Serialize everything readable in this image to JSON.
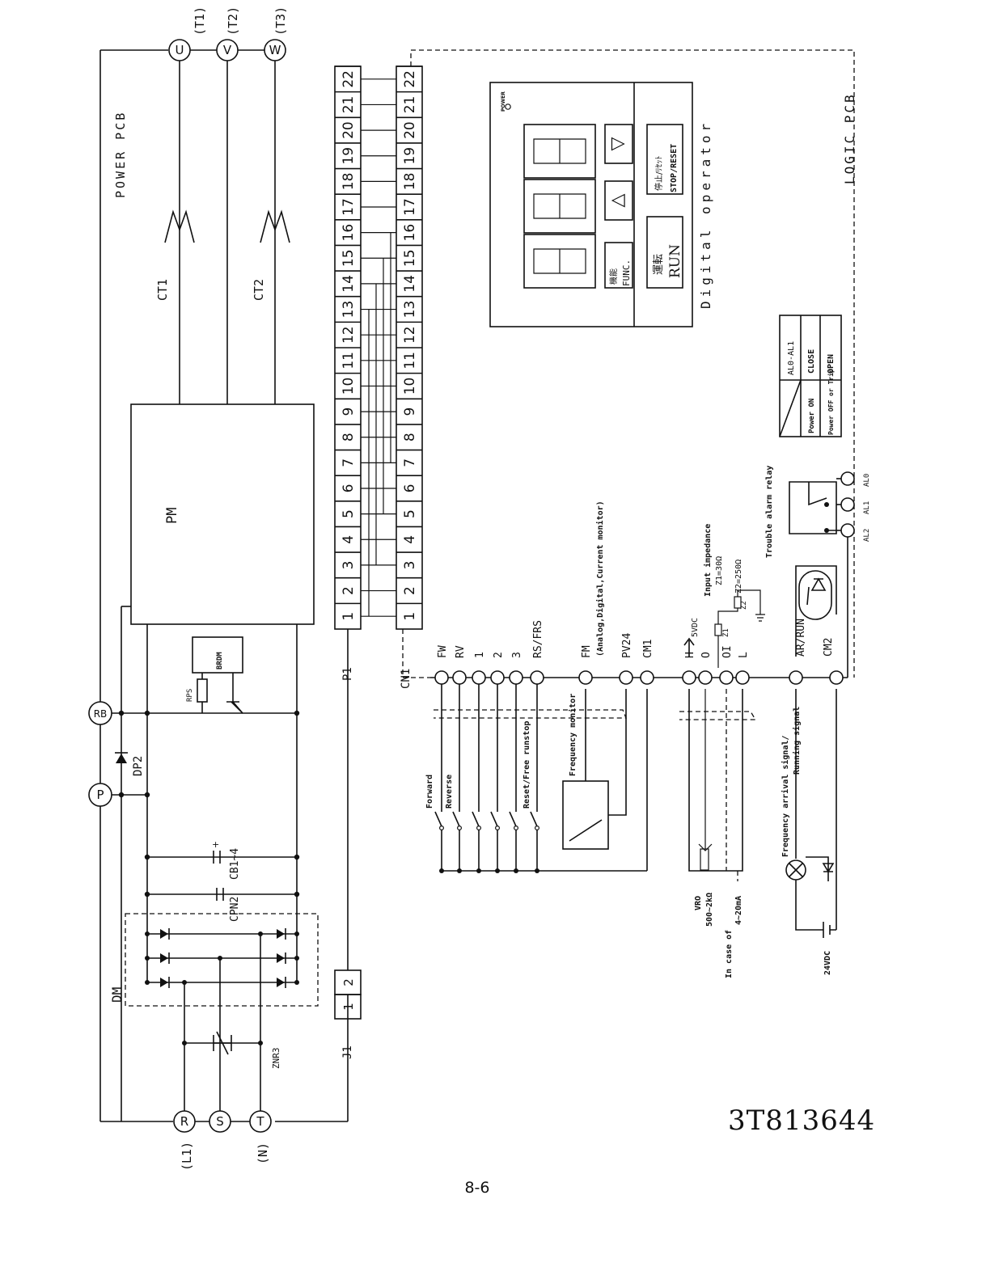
{
  "pcb": {
    "power_label": "POWER PCB",
    "logic_label": "LOGIC PCB",
    "digital_operator_label": "Digital operator"
  },
  "output_terminals": [
    {
      "letter": "U",
      "name": "(T1)"
    },
    {
      "letter": "V",
      "name": "(T2)"
    },
    {
      "letter": "W",
      "name": "(T3)"
    }
  ],
  "input_terminals": [
    {
      "letter": "R",
      "name": "(L1)"
    },
    {
      "letter": "S",
      "name": ""
    },
    {
      "letter": "T",
      "name": "(N)"
    }
  ],
  "dc_terminals": [
    {
      "letter": "P"
    },
    {
      "letter": "RB"
    }
  ],
  "components": {
    "ct1": "CT1",
    "ct2": "CT2",
    "pm": "PM",
    "dm": "DM",
    "dp2": "DP2",
    "cb": "CB1~4",
    "cpn2": "CPN2",
    "znr3": "ZNR3",
    "brake_resistor": "RPS",
    "brake_module": "BRDM",
    "p1": "P1",
    "j1": "J1",
    "cn1": "CN1"
  },
  "connector": {
    "pins": [
      "1",
      "2",
      "3",
      "4",
      "5",
      "6",
      "7",
      "8",
      "9",
      "10",
      "11",
      "12",
      "13",
      "14",
      "15",
      "16",
      "17",
      "18",
      "19",
      "20",
      "21",
      "22"
    ],
    "j1_pins": [
      "1",
      "2"
    ]
  },
  "operator_panel": {
    "power_led_label": "POWER",
    "func_key": [
      "機能",
      "FUNC."
    ],
    "run_key": [
      "運転",
      "RUN"
    ],
    "stop_key": [
      "停止/ﾘｾｯﾄ",
      "STOP/RESET"
    ],
    "up_key_symbol": "△",
    "down_key_symbol": "▽"
  },
  "control_terminals": [
    {
      "label": "FW"
    },
    {
      "label": "RV"
    },
    {
      "label": "1"
    },
    {
      "label": "2"
    },
    {
      "label": "3"
    },
    {
      "label": "RS/FRS"
    },
    {
      "label": "FM"
    },
    {
      "label": "PV24"
    },
    {
      "label": "CM1"
    },
    {
      "label": "H"
    },
    {
      "label": "O"
    },
    {
      "label": "OI"
    },
    {
      "label": "L"
    },
    {
      "label": "AR/RUN"
    },
    {
      "label": "CM2"
    }
  ],
  "annotations": {
    "fm_note": "(Analog,Digital,Current monitor)",
    "five_vdc": "5VDC",
    "input_impedance": "Input impedance",
    "z1": "Z1=30Ω",
    "z2": "Z2=250Ω",
    "z1_label": "Z1",
    "z2_label": "Z2",
    "forward": "Forward",
    "reverse": "Reverse",
    "reset_free": "Reset/Free runstop",
    "frequency_monitor": "Frequency monitor",
    "vro": "VRO",
    "vro_range": "500~2kΩ",
    "in_case_of": "In case of",
    "current_range": "4~20mA",
    "freq_arrival": "Frequency arrival signal/",
    "running_signal": "Running signal",
    "vdc24": "24VDC",
    "trouble_relay": "Trouble alarm relay",
    "alarm_terminals": [
      "AL2",
      "AL1",
      "AL0"
    ]
  },
  "alarm_table": {
    "header": "AL0-AL1",
    "rows": [
      {
        "state": "Power ON",
        "value": "CLOSE"
      },
      {
        "state": "Power OFF or Trip",
        "value": "OPEN"
      }
    ]
  },
  "drawing_number": "3T813644",
  "page_number": "8-6"
}
